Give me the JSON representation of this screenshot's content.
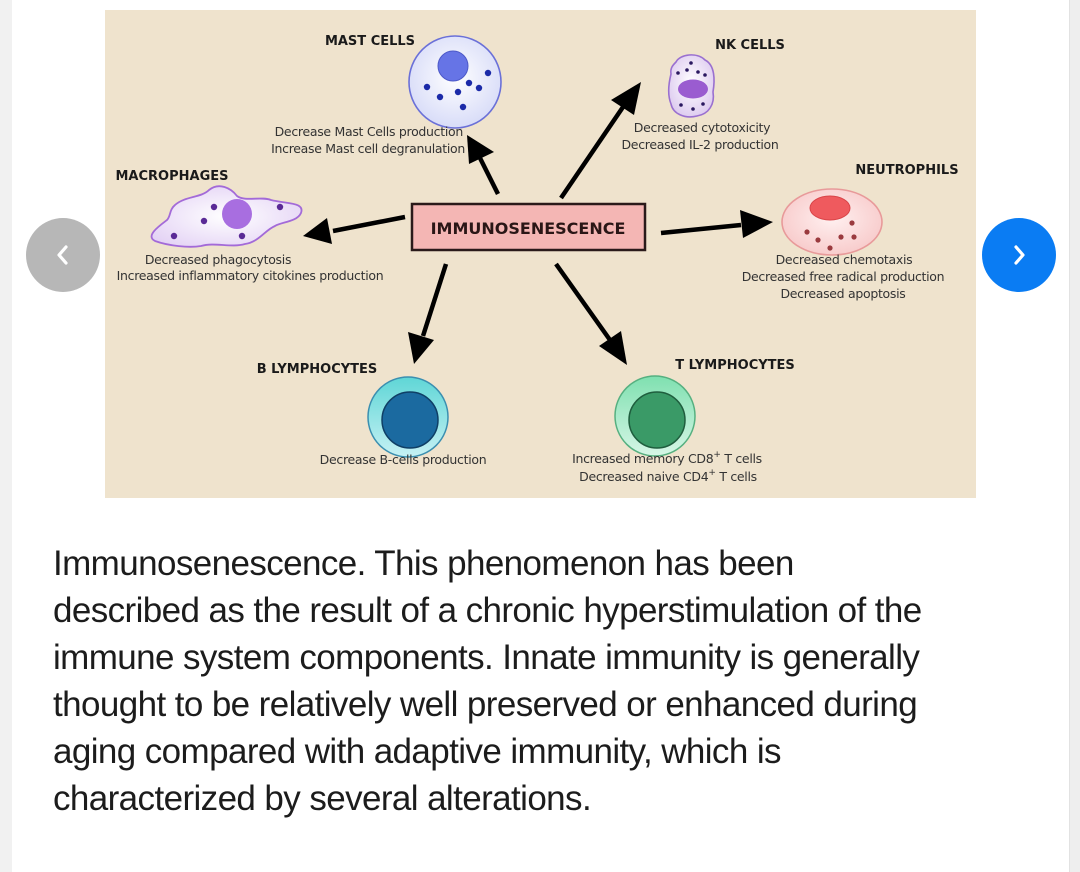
{
  "figure": {
    "center_label": "IMMUNOSENESCENCE",
    "nodes": {
      "mast_cells": {
        "title": "MAST CELLS",
        "lines": [
          "Decrease Mast Cells production",
          "Increase Mast cell degranulation"
        ]
      },
      "nk_cells": {
        "title": "NK CELLS",
        "lines": [
          "Decreased cytotoxicity",
          "Decreased IL-2 production"
        ]
      },
      "macrophages": {
        "title": "MACROPHAGES",
        "lines": [
          "Decreased phagocytosis",
          "Increased inflammatory citokines production"
        ]
      },
      "neutrophils": {
        "title": "NEUTROPHILS",
        "lines": [
          "Decreased chemotaxis",
          "Decreased free radical production",
          "Decreased apoptosis"
        ]
      },
      "b_lymphocytes": {
        "title": "B LYMPHOCYTES",
        "lines": [
          "Decrease B-cells production"
        ]
      },
      "t_lymphocytes": {
        "title": "T LYMPHOCYTES",
        "lines": [
          "Increased memory CD8",
          "Decreased naive CD4"
        ],
        "superscript": "+",
        "suffix": " T cells"
      }
    },
    "colors": {
      "background": "#efe3cd",
      "center_box": "#f4b6b4",
      "mast_cell": "#6674e6",
      "nk_cell": "#9a5cd0",
      "macrophage": "#a86ee0",
      "neutrophil": "#ef5a5e",
      "b_cell": "#1b6aa0",
      "t_cell": "#3a9a67"
    }
  },
  "carousel": {
    "prev_icon": "chevron-left-icon",
    "next_icon": "chevron-right-icon",
    "accent": "#0a7cf3"
  },
  "caption": {
    "lines": [
      "Immunosenescence. This phenomenon has been",
      "described as the result of a chronic hyperstimulation of the",
      "immune system components. Innate immunity is generally",
      "thought to be relatively well preserved or enhanced during",
      "aging compared with adaptive immunity, which is",
      "characterized by several alterations."
    ]
  }
}
